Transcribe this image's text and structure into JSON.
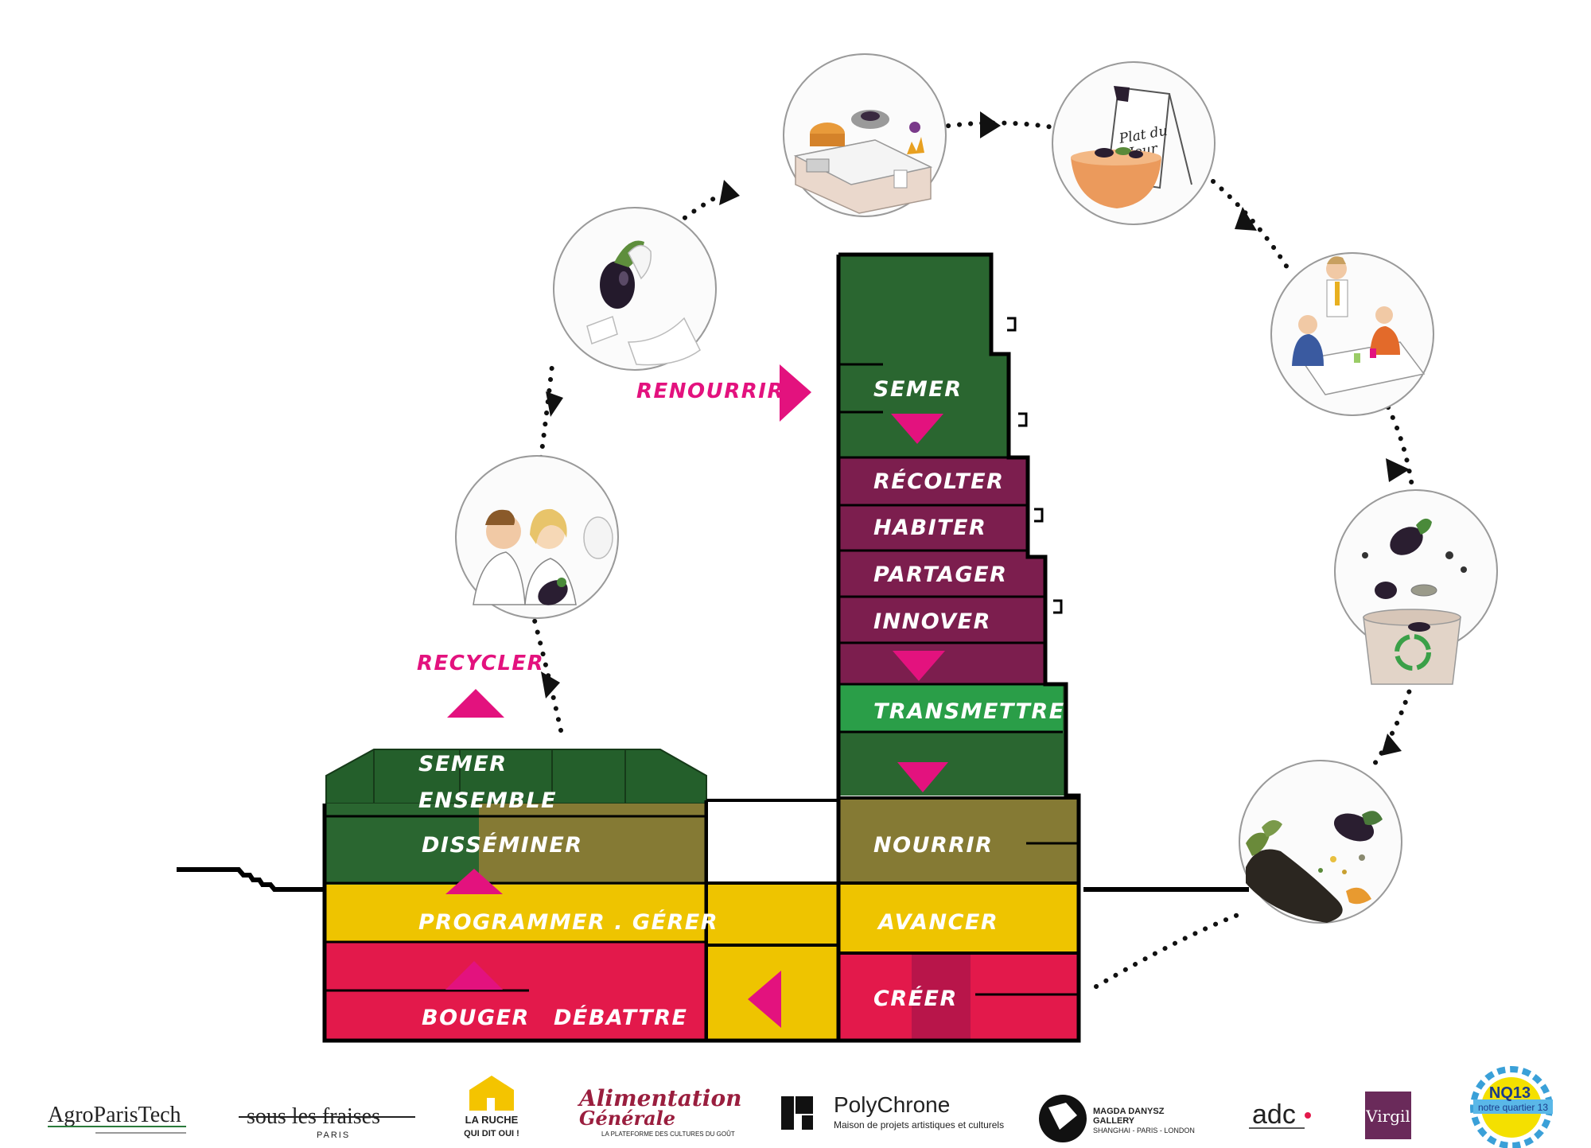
{
  "actions": {
    "renourrir": "RENOURRIR",
    "recycler": "RECYCLER"
  },
  "tower": {
    "semer": "SEMER",
    "recolter": "RÉCOLTER",
    "habiter": "HABITER",
    "partager": "PARTAGER",
    "innover": "INNOVER",
    "transmettre": "TRANSMETTRE",
    "nourrir": "NOURRIR",
    "avancer": "AVANCER",
    "creer": "CRÉER"
  },
  "low_building": {
    "semer": "SEMER",
    "ensemble": "ENSEMBLE",
    "disseminer": "DISSÉMINER",
    "programmer": "PROGRAMMER . GÉRER",
    "bouger": "BOUGER",
    "debattre": "DÉBATTRE"
  },
  "cycle_illustrations": [
    "scientists-eggplant",
    "hand-eggplant",
    "kitchen",
    "plat-du-jour",
    "restaurant-diners",
    "recycling-bin",
    "compost-soil"
  ],
  "plat_du_jour": {
    "line1": "Plat du",
    "line2": "Jour"
  },
  "logos": {
    "agroparistech": "AgroParisTech",
    "sous_les_fraises": "sous les fraises",
    "sous_les_fraises_sub": "PARIS",
    "la_ruche_1": "LA RUCHE",
    "la_ruche_2": "QUI DIT OUI !",
    "alimentation_1": "Alimentation",
    "alimentation_2": "Générale",
    "alimentation_sub": "LA PLATEFORME DES CULTURES DU GOÛT",
    "polychrone": "PolyChrone",
    "polychrone_sub": "Maison de projets artistiques et culturels",
    "magda_1": "MAGDA DANYSZ",
    "magda_2": "GALLERY",
    "magda_3": "SHANGHAI - PARIS - LONDON",
    "adc": "adc",
    "virgil": "Virgil",
    "nq13": "NQ13",
    "nq13_sub": "notre quartier 13"
  },
  "colors": {
    "dark_green": "#2a6630",
    "mid_green": "#2a9e48",
    "olive": "#857a34",
    "plum": "#7c1e4e",
    "yellow": "#eec400",
    "red": "#e3194b",
    "magenta": "#e3127e"
  }
}
